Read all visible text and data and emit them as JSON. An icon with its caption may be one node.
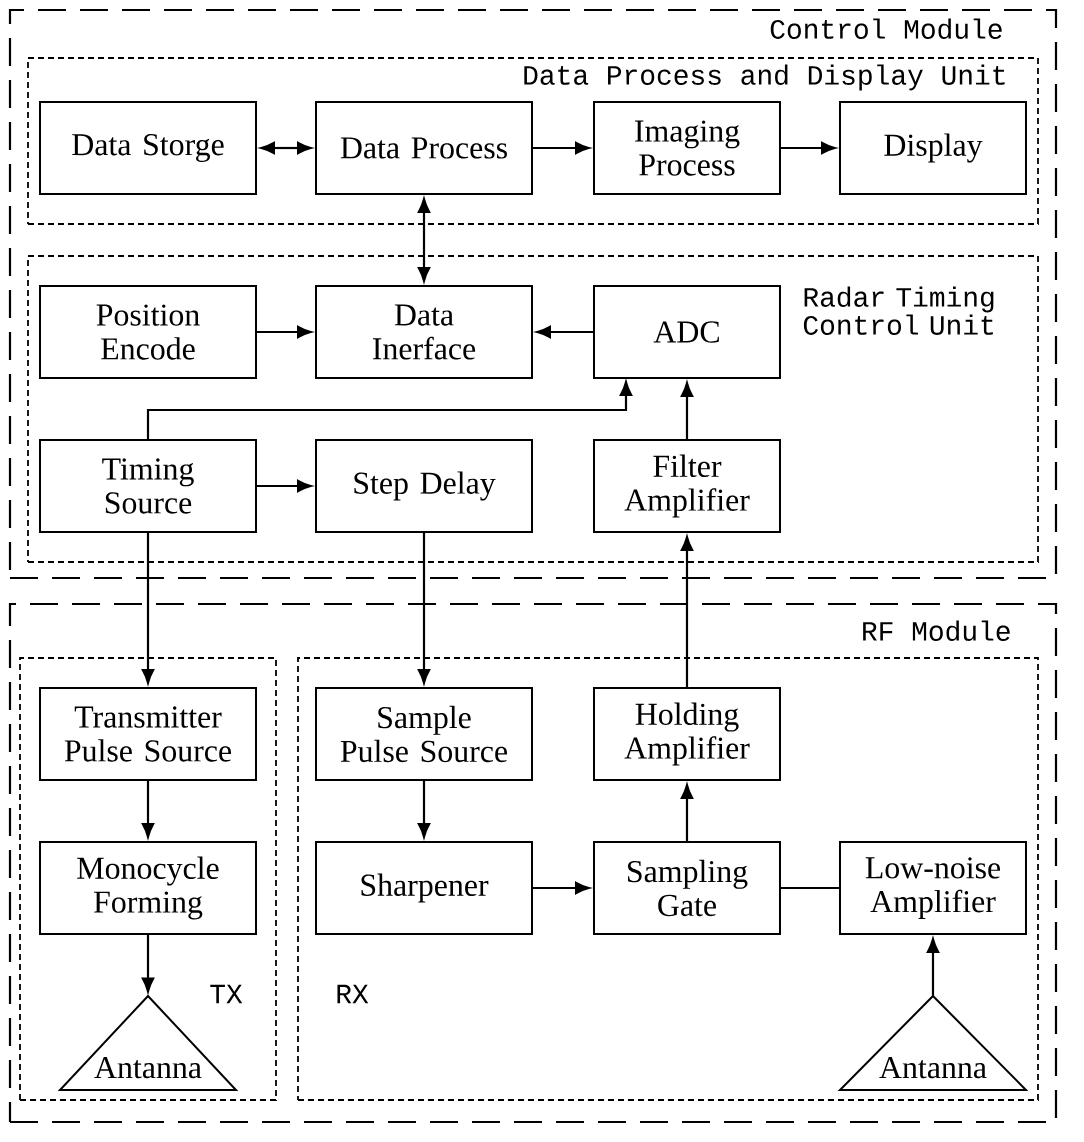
{
  "diagram": {
    "nodes": [
      {
        "text": [
          "Control Module"
        ]
      },
      {
        "text": [
          "Data Process and Display Unit"
        ],
        "in": 0
      },
      {
        "text": [
          "Data Storge"
        ],
        "in": 1
      },
      {
        "text": [
          "Data Process"
        ],
        "in": 1
      },
      {
        "text": [
          "Imaging Process"
        ],
        "in": 1
      },
      {
        "text": [
          "Display"
        ],
        "in": 1
      },
      {
        "text": [
          "Radar Timing Control Unit"
        ],
        "in": 0
      },
      {
        "text": [
          "Position Encode"
        ],
        "in": 6
      },
      {
        "text": [
          "Data Inerface"
        ],
        "in": 6
      },
      {
        "text": [
          "ADC"
        ],
        "in": 6
      },
      {
        "text": [
          "Timing Source"
        ],
        "in": 6
      },
      {
        "text": [
          "Step Delay"
        ],
        "in": 6
      },
      {
        "text": [
          "Filter Amplifier"
        ],
        "in": 6
      },
      {
        "text": [
          "RF Module"
        ]
      },
      {
        "text": [
          "TX"
        ],
        "in": 13
      },
      {
        "text": [
          "Transmitter Pulse Source"
        ],
        "in": 14
      },
      {
        "text": [
          "Monocycle Forming"
        ],
        "in": 14
      },
      {
        "text": [
          "Antanna"
        ],
        "in": 14
      },
      {
        "text": [
          "RX"
        ],
        "in": 13
      },
      {
        "text": [
          "Sample Pulse Source"
        ],
        "in": 18
      },
      {
        "text": [
          "Holding Amplifier"
        ],
        "in": 18
      },
      {
        "text": [
          "Sharpener"
        ],
        "in": 18
      },
      {
        "text": [
          "Sampling Gate"
        ],
        "in": 18
      },
      {
        "text": [
          "Low-noise Amplifier"
        ],
        "in": 18
      },
      {
        "text": [
          "Antanna"
        ],
        "in": 18
      }
    ],
    "edges": [
      {
        "from": 2,
        "to": 3,
        "arrow": "both"
      },
      {
        "from": 3,
        "to": 4,
        "arrow": "to"
      },
      {
        "from": 4,
        "to": 5,
        "arrow": "to"
      },
      {
        "from": 3,
        "to": 8,
        "arrow": "both"
      },
      {
        "from": 7,
        "to": 8,
        "arrow": "to"
      },
      {
        "from": 9,
        "to": 8,
        "arrow": "to"
      },
      {
        "from": 10,
        "to": 9,
        "arrow": "to"
      },
      {
        "from": 12,
        "to": 9,
        "arrow": "to"
      },
      {
        "from": 10,
        "to": 11,
        "arrow": "to"
      },
      {
        "from": 10,
        "to": 15,
        "arrow": "to"
      },
      {
        "from": 11,
        "to": 19,
        "arrow": "to"
      },
      {
        "from": 20,
        "to": 12,
        "arrow": "to"
      },
      {
        "from": 15,
        "to": 16,
        "arrow": "to"
      },
      {
        "from": 16,
        "to": 17,
        "arrow": "to"
      },
      {
        "from": 19,
        "to": 21,
        "arrow": "to"
      },
      {
        "from": 21,
        "to": 22,
        "arrow": "to"
      },
      {
        "from": 22,
        "to": 20,
        "arrow": "to"
      },
      {
        "from": 23,
        "to": 22,
        "arrow": "none"
      },
      {
        "from": 24,
        "to": 23,
        "arrow": "to"
      }
    ]
  }
}
